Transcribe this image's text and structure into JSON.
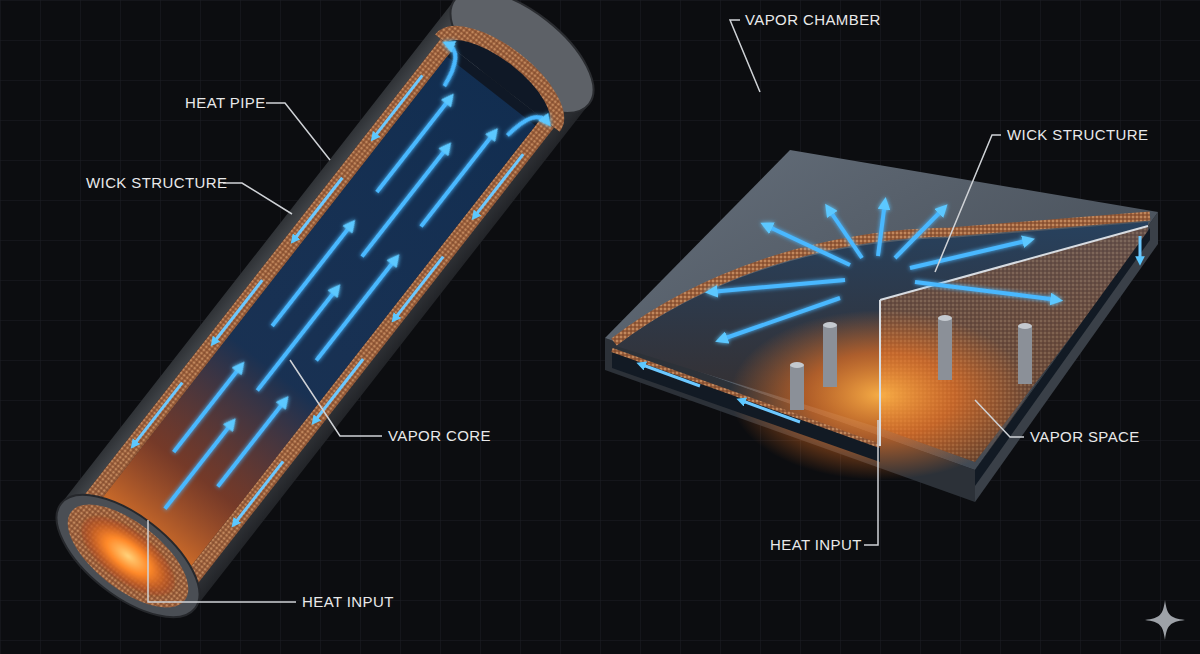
{
  "diagram": {
    "labels": [
      "HEAT PIPE",
      "WICK STRUCTURE",
      "VAPOR CORE",
      "HEAT INPUT",
      "VAPOR CHAMBER",
      "WICK STRUCTURE",
      "VAPOR SPACE",
      "HEAT INPUT"
    ]
  }
}
